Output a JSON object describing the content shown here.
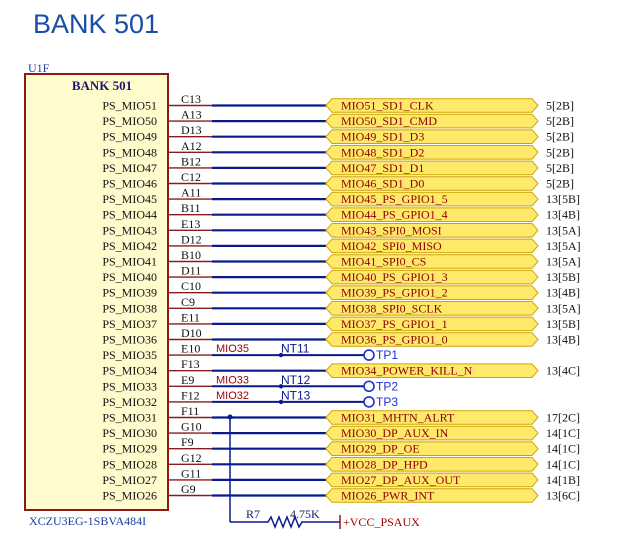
{
  "page_title": "BANK 501",
  "part": {
    "refdes": "U1F",
    "bank_label": "BANK 501",
    "part_number": "XCZU3EG-1SBVA484I"
  },
  "pins": [
    {
      "pin": "PS_MIO51",
      "ball": "C13",
      "kind": "port",
      "net": "MIO51_SD1_CLK",
      "ref": "5[2B]"
    },
    {
      "pin": "PS_MIO50",
      "ball": "A13",
      "kind": "port",
      "net": "MIO50_SD1_CMD",
      "ref": "5[2B]"
    },
    {
      "pin": "PS_MIO49",
      "ball": "D13",
      "kind": "port",
      "net": "MIO49_SD1_D3",
      "ref": "5[2B]"
    },
    {
      "pin": "PS_MIO48",
      "ball": "A12",
      "kind": "port",
      "net": "MIO48_SD1_D2",
      "ref": "5[2B]"
    },
    {
      "pin": "PS_MIO47",
      "ball": "B12",
      "kind": "port",
      "net": "MIO47_SD1_D1",
      "ref": "5[2B]"
    },
    {
      "pin": "PS_MIO46",
      "ball": "C12",
      "kind": "port",
      "net": "MIO46_SD1_D0",
      "ref": "5[2B]"
    },
    {
      "pin": "PS_MIO45",
      "ball": "A11",
      "kind": "port",
      "net": "MIO45_PS_GPIO1_5",
      "ref": "13[5B]"
    },
    {
      "pin": "PS_MIO44",
      "ball": "B11",
      "kind": "port",
      "net": "MIO44_PS_GPIO1_4",
      "ref": "13[4B]"
    },
    {
      "pin": "PS_MIO43",
      "ball": "E13",
      "kind": "port",
      "net": "MIO43_SPI0_MOSI",
      "ref": "13[5A]"
    },
    {
      "pin": "PS_MIO42",
      "ball": "D12",
      "kind": "port",
      "net": "MIO42_SPI0_MISO",
      "ref": "13[5A]"
    },
    {
      "pin": "PS_MIO41",
      "ball": "B10",
      "kind": "port",
      "net": "MIO41_SPI0_CS",
      "ref": "13[5A]"
    },
    {
      "pin": "PS_MIO40",
      "ball": "D11",
      "kind": "port",
      "net": "MIO40_PS_GPIO1_3",
      "ref": "13[5B]"
    },
    {
      "pin": "PS_MIO39",
      "ball": "C10",
      "kind": "port",
      "net": "MIO39_PS_GPIO1_2",
      "ref": "13[4B]"
    },
    {
      "pin": "PS_MIO38",
      "ball": "C9",
      "kind": "port",
      "net": "MIO38_SPI0_SCLK",
      "ref": "13[5A]"
    },
    {
      "pin": "PS_MIO37",
      "ball": "E11",
      "kind": "port",
      "net": "MIO37_PS_GPIO1_1",
      "ref": "13[5B]"
    },
    {
      "pin": "PS_MIO36",
      "ball": "D10",
      "kind": "port",
      "net": "MIO36_PS_GPIO1_0",
      "ref": "13[4B]"
    },
    {
      "pin": "PS_MIO35",
      "ball": "E10",
      "kind": "tp",
      "net": "MIO35",
      "nt": "NT11",
      "tp": "TP1"
    },
    {
      "pin": "PS_MIO34",
      "ball": "F13",
      "kind": "port",
      "net": "MIO34_POWER_KILL_N",
      "ref": "13[4C]"
    },
    {
      "pin": "PS_MIO33",
      "ball": "E9",
      "kind": "tp",
      "net": "MIO33",
      "nt": "NT12",
      "tp": "TP2"
    },
    {
      "pin": "PS_MIO32",
      "ball": "F12",
      "kind": "tp",
      "net": "MIO32",
      "nt": "NT13",
      "tp": "TP3"
    },
    {
      "pin": "PS_MIO31",
      "ball": "F11",
      "kind": "port",
      "net": "MIO31_MHTN_ALRT",
      "ref": "17[2C]"
    },
    {
      "pin": "PS_MIO30",
      "ball": "G10",
      "kind": "port",
      "net": "MIO30_DP_AUX_IN",
      "ref": "14[1C]"
    },
    {
      "pin": "PS_MIO29",
      "ball": "F9",
      "kind": "port",
      "net": "MIO29_DP_OE",
      "ref": "14[1C]"
    },
    {
      "pin": "PS_MIO28",
      "ball": "G12",
      "kind": "port",
      "net": "MIO28_DP_HPD",
      "ref": "14[1C]"
    },
    {
      "pin": "PS_MIO27",
      "ball": "G11",
      "kind": "port",
      "net": "MIO27_DP_AUX_OUT",
      "ref": "14[1B]"
    },
    {
      "pin": "PS_MIO26",
      "ball": "G9",
      "kind": "port",
      "net": "MIO26_PWR_INT",
      "ref": "13[6C]"
    }
  ],
  "pullup": {
    "refdes": "R7",
    "value": "4.75K",
    "supply": "+VCC_PSAUX"
  },
  "colors": {
    "wire": "#0a1a8c",
    "port_fill": "#ffe96b",
    "port_stroke": "#cfa400",
    "box_fill": "#fffbcc",
    "box_stroke": "#8b1a1a",
    "net_label": "#9b0000",
    "tp": "#1f2fd9"
  }
}
